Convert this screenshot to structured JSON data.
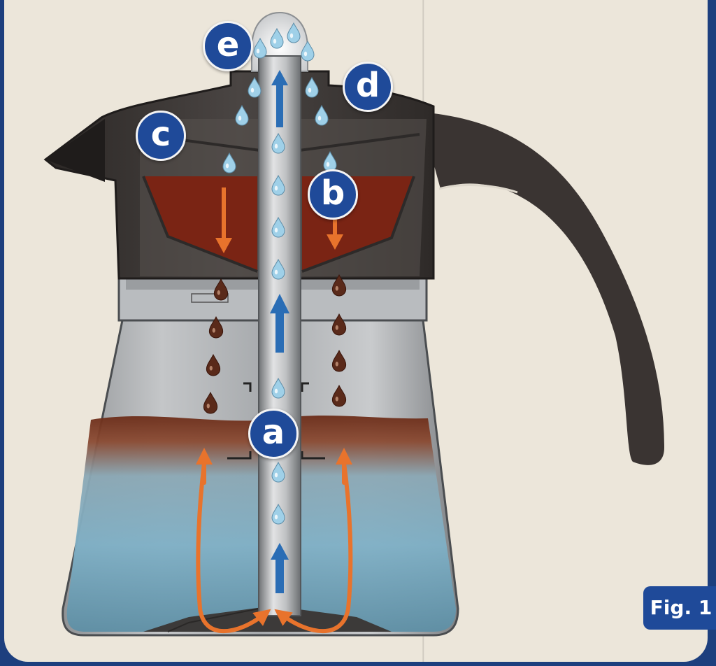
{
  "figure": {
    "label": "Fig. 1",
    "callouts": [
      {
        "id": "a",
        "text": "a"
      },
      {
        "id": "b",
        "text": "b"
      },
      {
        "id": "c",
        "text": "c"
      },
      {
        "id": "d",
        "text": "d"
      },
      {
        "id": "e",
        "text": "e"
      }
    ]
  },
  "colors": {
    "page_background": "#ece6da",
    "border_blue": "#1d3f7e",
    "callout_blue": "#1f4a99",
    "flow_arrow_orange": "#e8732c",
    "steam_arrow_blue": "#2a6db5",
    "coffee_brown": "#5e2416",
    "water_blue": "#7fb0c8",
    "metal_gray": "#8a8d90",
    "handle_dark": "#3a3432"
  },
  "icons": [
    "water-drop-icon",
    "coffee-drop-icon",
    "orange-flow-arrow",
    "blue-steam-arrow"
  ]
}
